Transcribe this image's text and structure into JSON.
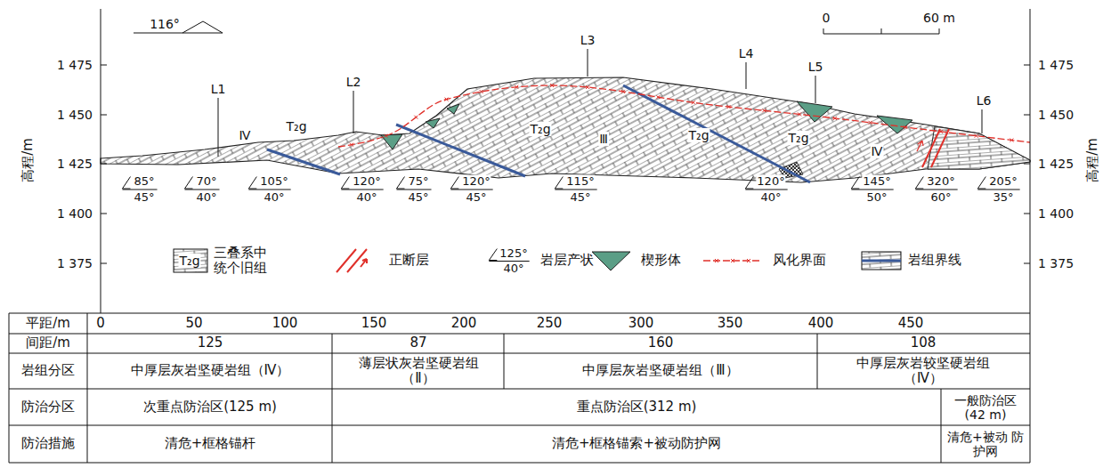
{
  "diagram": {
    "labels": [
      "116°",
      "0",
      "60 m",
      "1 475",
      "1 450",
      "1 425",
      "1 400",
      "1 375",
      "1 475",
      "1 450",
      "1 425",
      "1 400",
      "1 375",
      "高程/m",
      "高程/m",
      "L1",
      "L2",
      "L3",
      "L4",
      "L5",
      "L6",
      "Ⅳ",
      "T₂g",
      "T₂g",
      "Ⅲ",
      "T₂g",
      "T₂g",
      "Ⅳ",
      "85°",
      "45°",
      "70°",
      "40°",
      "105°",
      "40°",
      "120°",
      "40°",
      "75°",
      "45°",
      "120°",
      "45°",
      "115°",
      "45°",
      "120°",
      "40°",
      "145°",
      "50°",
      "320°",
      "60°",
      "205°",
      "35°",
      "T₂g",
      "125°",
      "40°",
      "平距/m",
      "0",
      "50",
      "100",
      "150",
      "200",
      "250",
      "300",
      "350",
      "400",
      "450",
      "间距/m",
      "125",
      "87",
      "160",
      "108",
      "岩组分区",
      "中厚层灰岩坚硬岩组（Ⅳ）",
      "薄层状灰岩坚硬岩组（Ⅱ）",
      "中厚层灰岩坚硬岩组（Ⅲ）",
      "中厚层灰岩较坚硬岩组（Ⅳ）",
      "防治分区",
      "次重点防治区(125 m)",
      "重点防治区(312 m)",
      "一般防治区 (42 m)",
      "防治措施",
      "清危+框格锚杆",
      "清危+框格锚索+被动防护网",
      "清危+被动 防护网"
    ],
    "legend": [
      {
        "text": "三叠系中统个旧组"
      },
      {
        "text": "正断层"
      },
      {
        "text": "岩层产状"
      },
      {
        "text": "楔形体",
        "color": "#5b9e86"
      },
      {
        "text": "风化界面"
      },
      {
        "text": "岩组界线"
      }
    ]
  }
}
